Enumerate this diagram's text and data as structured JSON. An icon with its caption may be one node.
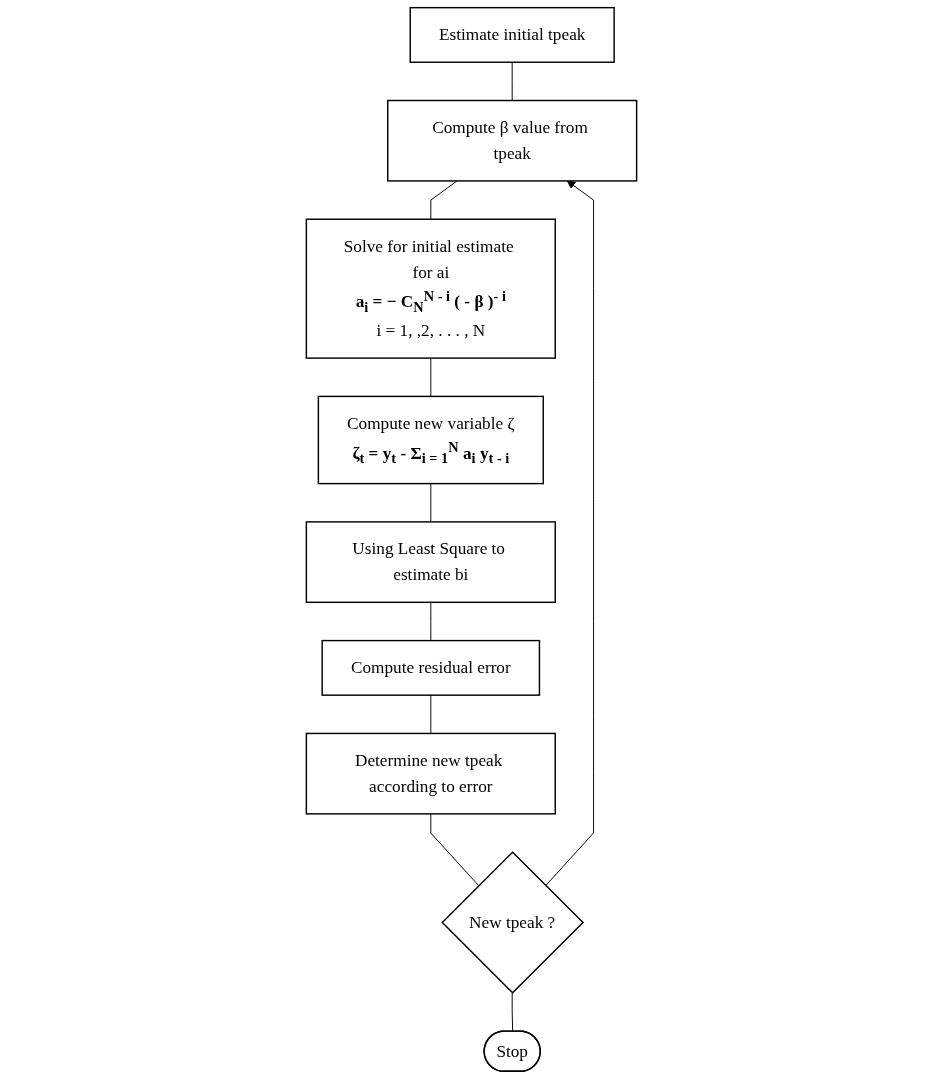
{
  "diagram": {
    "nodes": [
      {
        "text": [
          "Estimate initial tpeak"
        ]
      },
      {
        "text": [
          "Compute β value from tpeak"
        ]
      },
      {
        "text": [
          "Solve for initial estimate for ai",
          "a$_{i}$ = − C$_{N}$$^{N - i}$ ( - β )$^{- i}$",
          "i = 1, ,2, . . . , N"
        ]
      },
      {
        "text": [
          "Compute new variable ζ",
          "ζ$_{t}$ = y$_{t}$ - Σ$_{i = 1}$$^{N}$ a$_{i}$ y$_{t - i}$"
        ]
      },
      {
        "text": [
          "Using Least Square to estimate bi"
        ]
      },
      {
        "text": [
          "Compute residual error"
        ]
      },
      {
        "text": [
          "Determine new tpeak according to error"
        ]
      },
      {
        "text": [
          "New tpeak ?"
        ]
      },
      {
        "text": [
          "Stop"
        ]
      }
    ],
    "edges": [
      {
        "from": 0,
        "to": 1,
        "arrow": "none"
      },
      {
        "from": 1,
        "to": 2,
        "arrow": "none"
      },
      {
        "from": 2,
        "to": 3,
        "arrow": "none"
      },
      {
        "from": 3,
        "to": 4,
        "arrow": "none"
      },
      {
        "from": 4,
        "to": 5,
        "arrow": "none"
      },
      {
        "from": 5,
        "to": 6,
        "arrow": "none"
      },
      {
        "from": 6,
        "to": 7,
        "arrow": "none"
      },
      {
        "from": 7,
        "to": 8,
        "arrow": "none"
      },
      {
        "from": 7,
        "to": 1,
        "arrow": "to"
      }
    ]
  }
}
